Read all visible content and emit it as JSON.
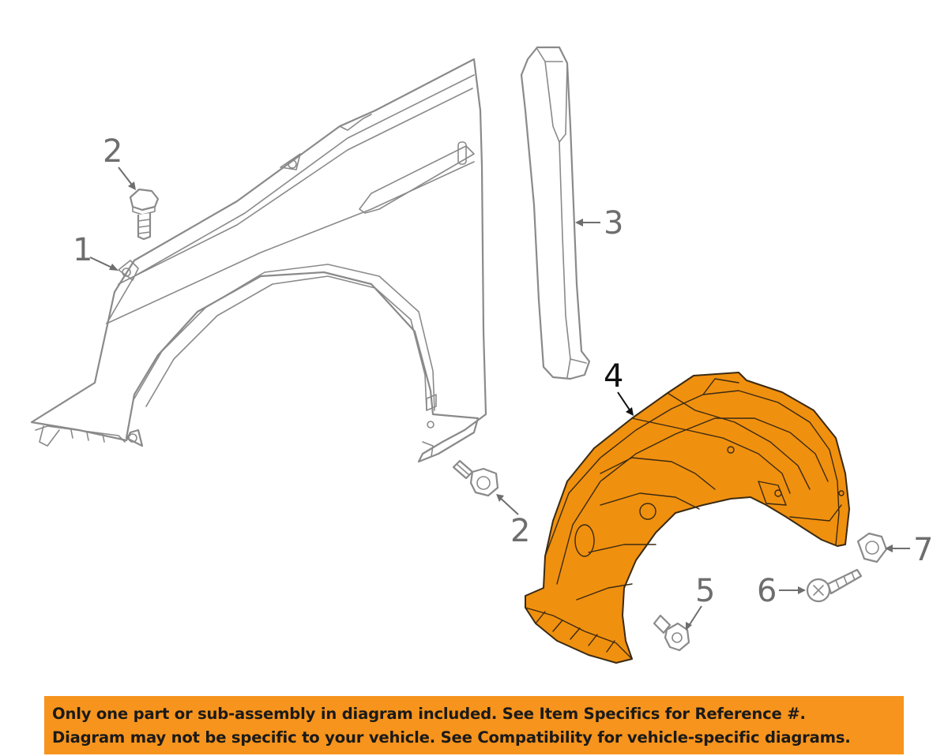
{
  "callouts": [
    {
      "number": "1",
      "part": "fender"
    },
    {
      "number": "2",
      "part": "fender-bolt-upper"
    },
    {
      "number": "2",
      "part": "fender-bolt-lower"
    },
    {
      "number": "3",
      "part": "fender-insulator"
    },
    {
      "number": "4",
      "part": "fender-liner"
    },
    {
      "number": "5",
      "part": "liner-bolt"
    },
    {
      "number": "6",
      "part": "liner-screw"
    },
    {
      "number": "7",
      "part": "liner-nut"
    }
  ],
  "colors": {
    "liner": "#f0900f",
    "banner": "#f7941d",
    "outline": "#8a8a8a",
    "callout_text": "#6e6e6e"
  },
  "banner": {
    "line1": "Only one part or sub-assembly in diagram included. See Item Specifics for Reference #.",
    "line2": "Diagram may not be specific to your vehicle. See Compatibility for vehicle-specific diagrams."
  }
}
